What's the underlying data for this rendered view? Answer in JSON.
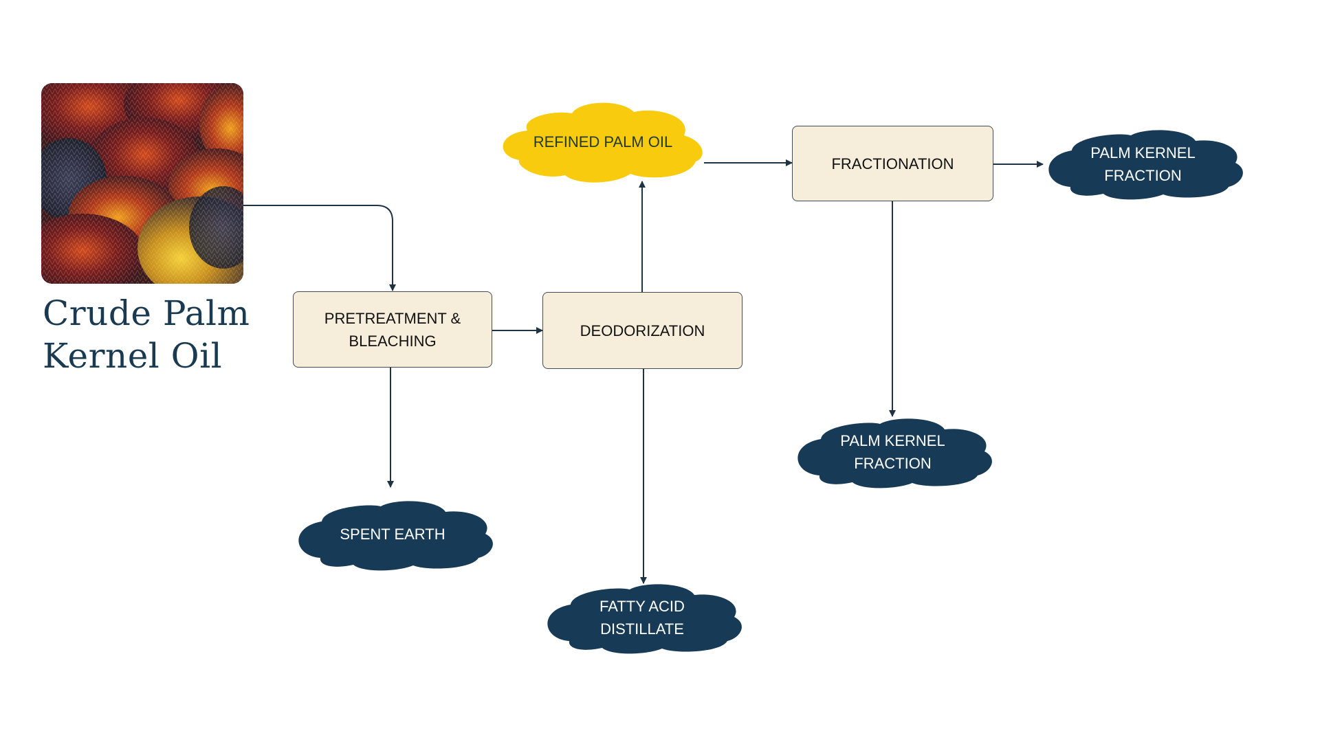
{
  "title": {
    "line1": "Crude Palm",
    "line2": "Kernel Oil"
  },
  "photo": {
    "subject": "Oil palm fruit bunches",
    "icon": "palm-fruit-photo"
  },
  "colors": {
    "process_box_fill": "#f6eedb",
    "process_box_border": "#3f4b55",
    "byproduct_cloud": "#173a56",
    "product_cloud": "#f9cb0f",
    "connector": "#1f3344",
    "title_text": "#1a3a52"
  },
  "processes": [
    {
      "id": "pretreatment",
      "line1": "PRETREATMENT &",
      "line2": "BLEACHING"
    },
    {
      "id": "deodorization",
      "line1": "DEODORIZATION"
    },
    {
      "id": "fractionation",
      "line1": "FRACTIONATION"
    }
  ],
  "outputs": [
    {
      "id": "refined-palm-oil",
      "type": "product",
      "line1": "REFINED PALM OIL"
    },
    {
      "id": "spent-earth",
      "type": "byproduct",
      "line1": "SPENT EARTH"
    },
    {
      "id": "fatty-acid-distillate",
      "type": "byproduct",
      "line1": "FATTY ACID",
      "line2": "DISTILLATE"
    },
    {
      "id": "palm-kernel-fraction-right",
      "type": "byproduct",
      "line1": "PALM KERNEL",
      "line2": "FRACTION"
    },
    {
      "id": "palm-kernel-fraction-bottom",
      "type": "byproduct",
      "line1": "PALM KERNEL",
      "line2": "FRACTION"
    }
  ],
  "flows": [
    {
      "from": "crude-palm-kernel-oil",
      "to": "pretreatment"
    },
    {
      "from": "pretreatment",
      "to": "deodorization"
    },
    {
      "from": "pretreatment",
      "to": "spent-earth"
    },
    {
      "from": "deodorization",
      "to": "refined-palm-oil"
    },
    {
      "from": "deodorization",
      "to": "fatty-acid-distillate"
    },
    {
      "from": "refined-palm-oil",
      "to": "fractionation"
    },
    {
      "from": "fractionation",
      "to": "palm-kernel-fraction-right"
    },
    {
      "from": "fractionation",
      "to": "palm-kernel-fraction-bottom"
    }
  ]
}
